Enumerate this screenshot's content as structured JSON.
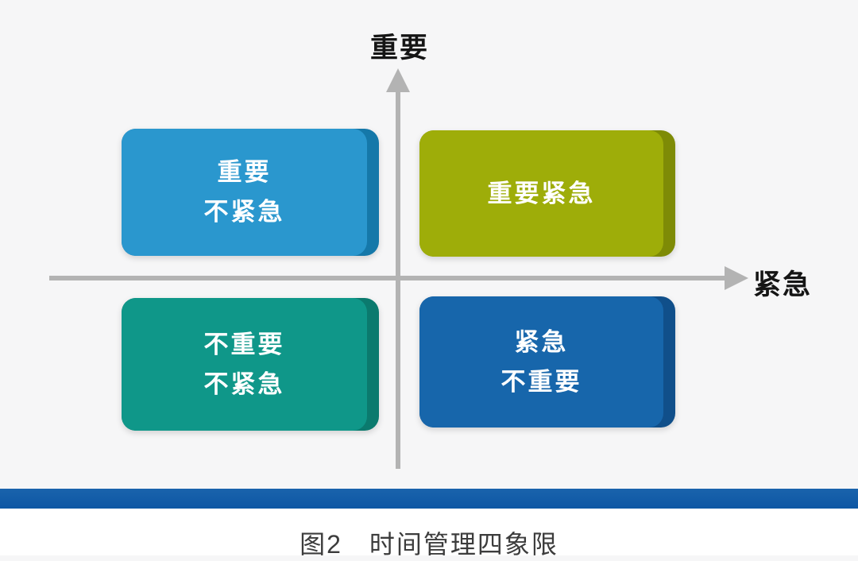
{
  "diagram": {
    "title": "时间管理四象限",
    "y_axis_label": "重要",
    "x_axis_label": "紧急",
    "quadrants": [
      {
        "name": "important-not-urgent",
        "lines": [
          "重要",
          "不紧急"
        ],
        "face_color": "#2a97ce",
        "edge_color": "#1578a9"
      },
      {
        "name": "important-urgent",
        "lines": [
          "重要紧急"
        ],
        "face_color": "#9ead09",
        "edge_color": "#7e8b06"
      },
      {
        "name": "not-important-not-urgent",
        "lines": [
          "不重要",
          "不紧急"
        ],
        "face_color": "#0f9789",
        "edge_color": "#0b7a6e"
      },
      {
        "name": "urgent-not-important",
        "lines": [
          "紧急",
          "不重要"
        ],
        "face_color": "#1766ab",
        "edge_color": "#104f8a"
      }
    ],
    "axis_color": "#b3b3b3",
    "divider_bar_color": "#0e59a6",
    "background_color": "#f6f6f7",
    "caption": "图2　时间管理四象限"
  }
}
